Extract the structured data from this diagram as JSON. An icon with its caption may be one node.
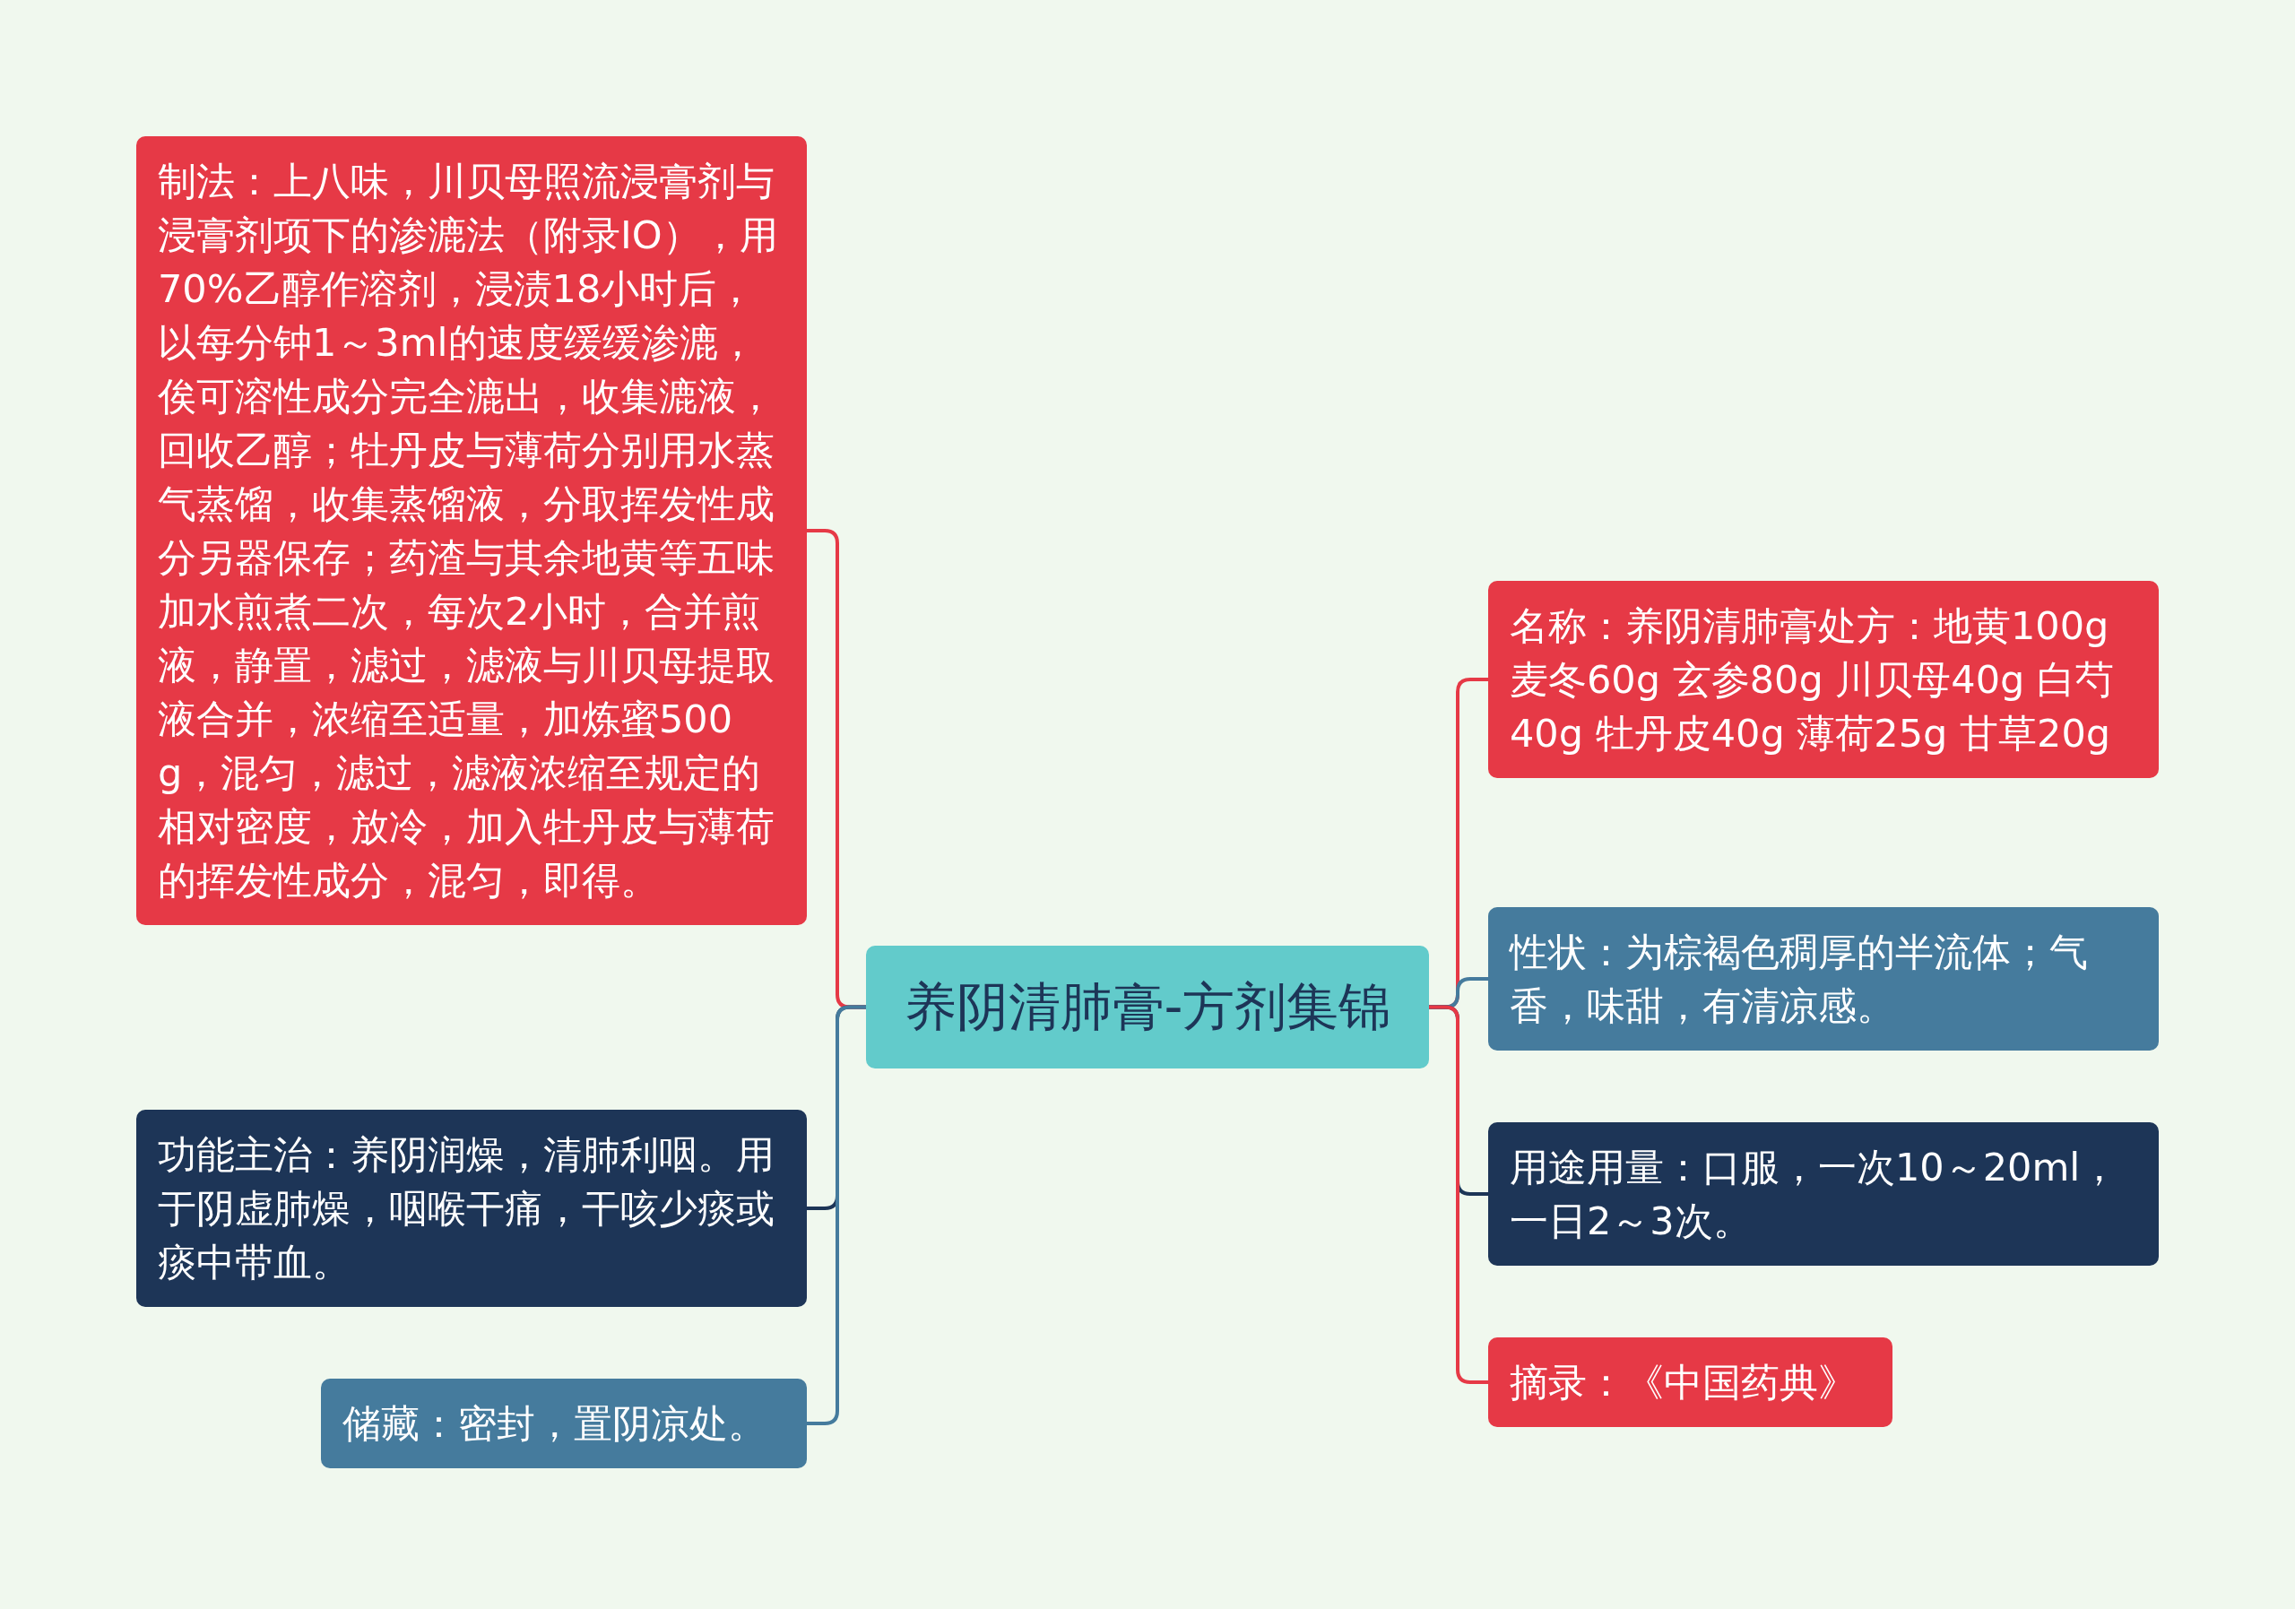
{
  "diagram": {
    "nodes": [
      {
        "text": [
          "养阴清肺膏-方剂集锦"
        ]
      },
      {
        "text": [
          "制法：上八味，川贝母照流浸膏剂与浸膏剂项下的渗漉法（附录ⅠO），用70%乙醇作溶剂，浸渍18小时后，以每分钟1～3ml的速度缓缓渗漉，俟可溶性成分完全漉出，收集漉液，回收乙醇；牡丹皮与薄荷分别用水蒸气蒸馏，收集蒸馏液，分取挥发性成分另器保存；药渣与其余地黄等五味加水煎煮二次，每次2小时，合并煎液，静置，滤过，滤液与川贝母提取液合并，浓缩至适量，加炼蜜500g，混匀，滤过，滤液浓缩至规定的相对密度，放冷，加入牡丹皮与薄荷的挥发性成分，混匀，即得。"
        ]
      },
      {
        "text": [
          "功能主治：养阴润燥，清肺利咽。用于阴虚肺燥，咽喉干痛，干咳少痰或痰中带血。"
        ]
      },
      {
        "text": [
          "储藏：密封，置阴凉处。"
        ]
      },
      {
        "text": [
          "名称：养阴清肺膏处方：地黄100g 麦冬60g 玄参80g 川贝母40g 白芍40g 牡丹皮40g 薄荷25g 甘草20g"
        ]
      },
      {
        "text": [
          "性状：为棕褐色稠厚的半流体；气香，味甜，有清凉感。"
        ]
      },
      {
        "text": [
          "用途用量：口服，一次10～20ml，一日2～3次。"
        ]
      },
      {
        "text": [
          "摘录：《中国药典》"
        ]
      }
    ],
    "edges": [
      {
        "from": 0,
        "to": 1,
        "arrow": "none",
        "color": "#e63946"
      },
      {
        "from": 0,
        "to": 2,
        "arrow": "none",
        "color": "#1d3557"
      },
      {
        "from": 0,
        "to": 3,
        "arrow": "none",
        "color": "#457b9d"
      },
      {
        "from": 0,
        "to": 4,
        "arrow": "none",
        "color": "#e63946"
      },
      {
        "from": 0,
        "to": 5,
        "arrow": "none",
        "color": "#457b9d"
      },
      {
        "from": 0,
        "to": 6,
        "arrow": "none",
        "color": "#1d3557"
      },
      {
        "from": 0,
        "to": 7,
        "arrow": "none",
        "color": "#e63946"
      }
    ]
  }
}
